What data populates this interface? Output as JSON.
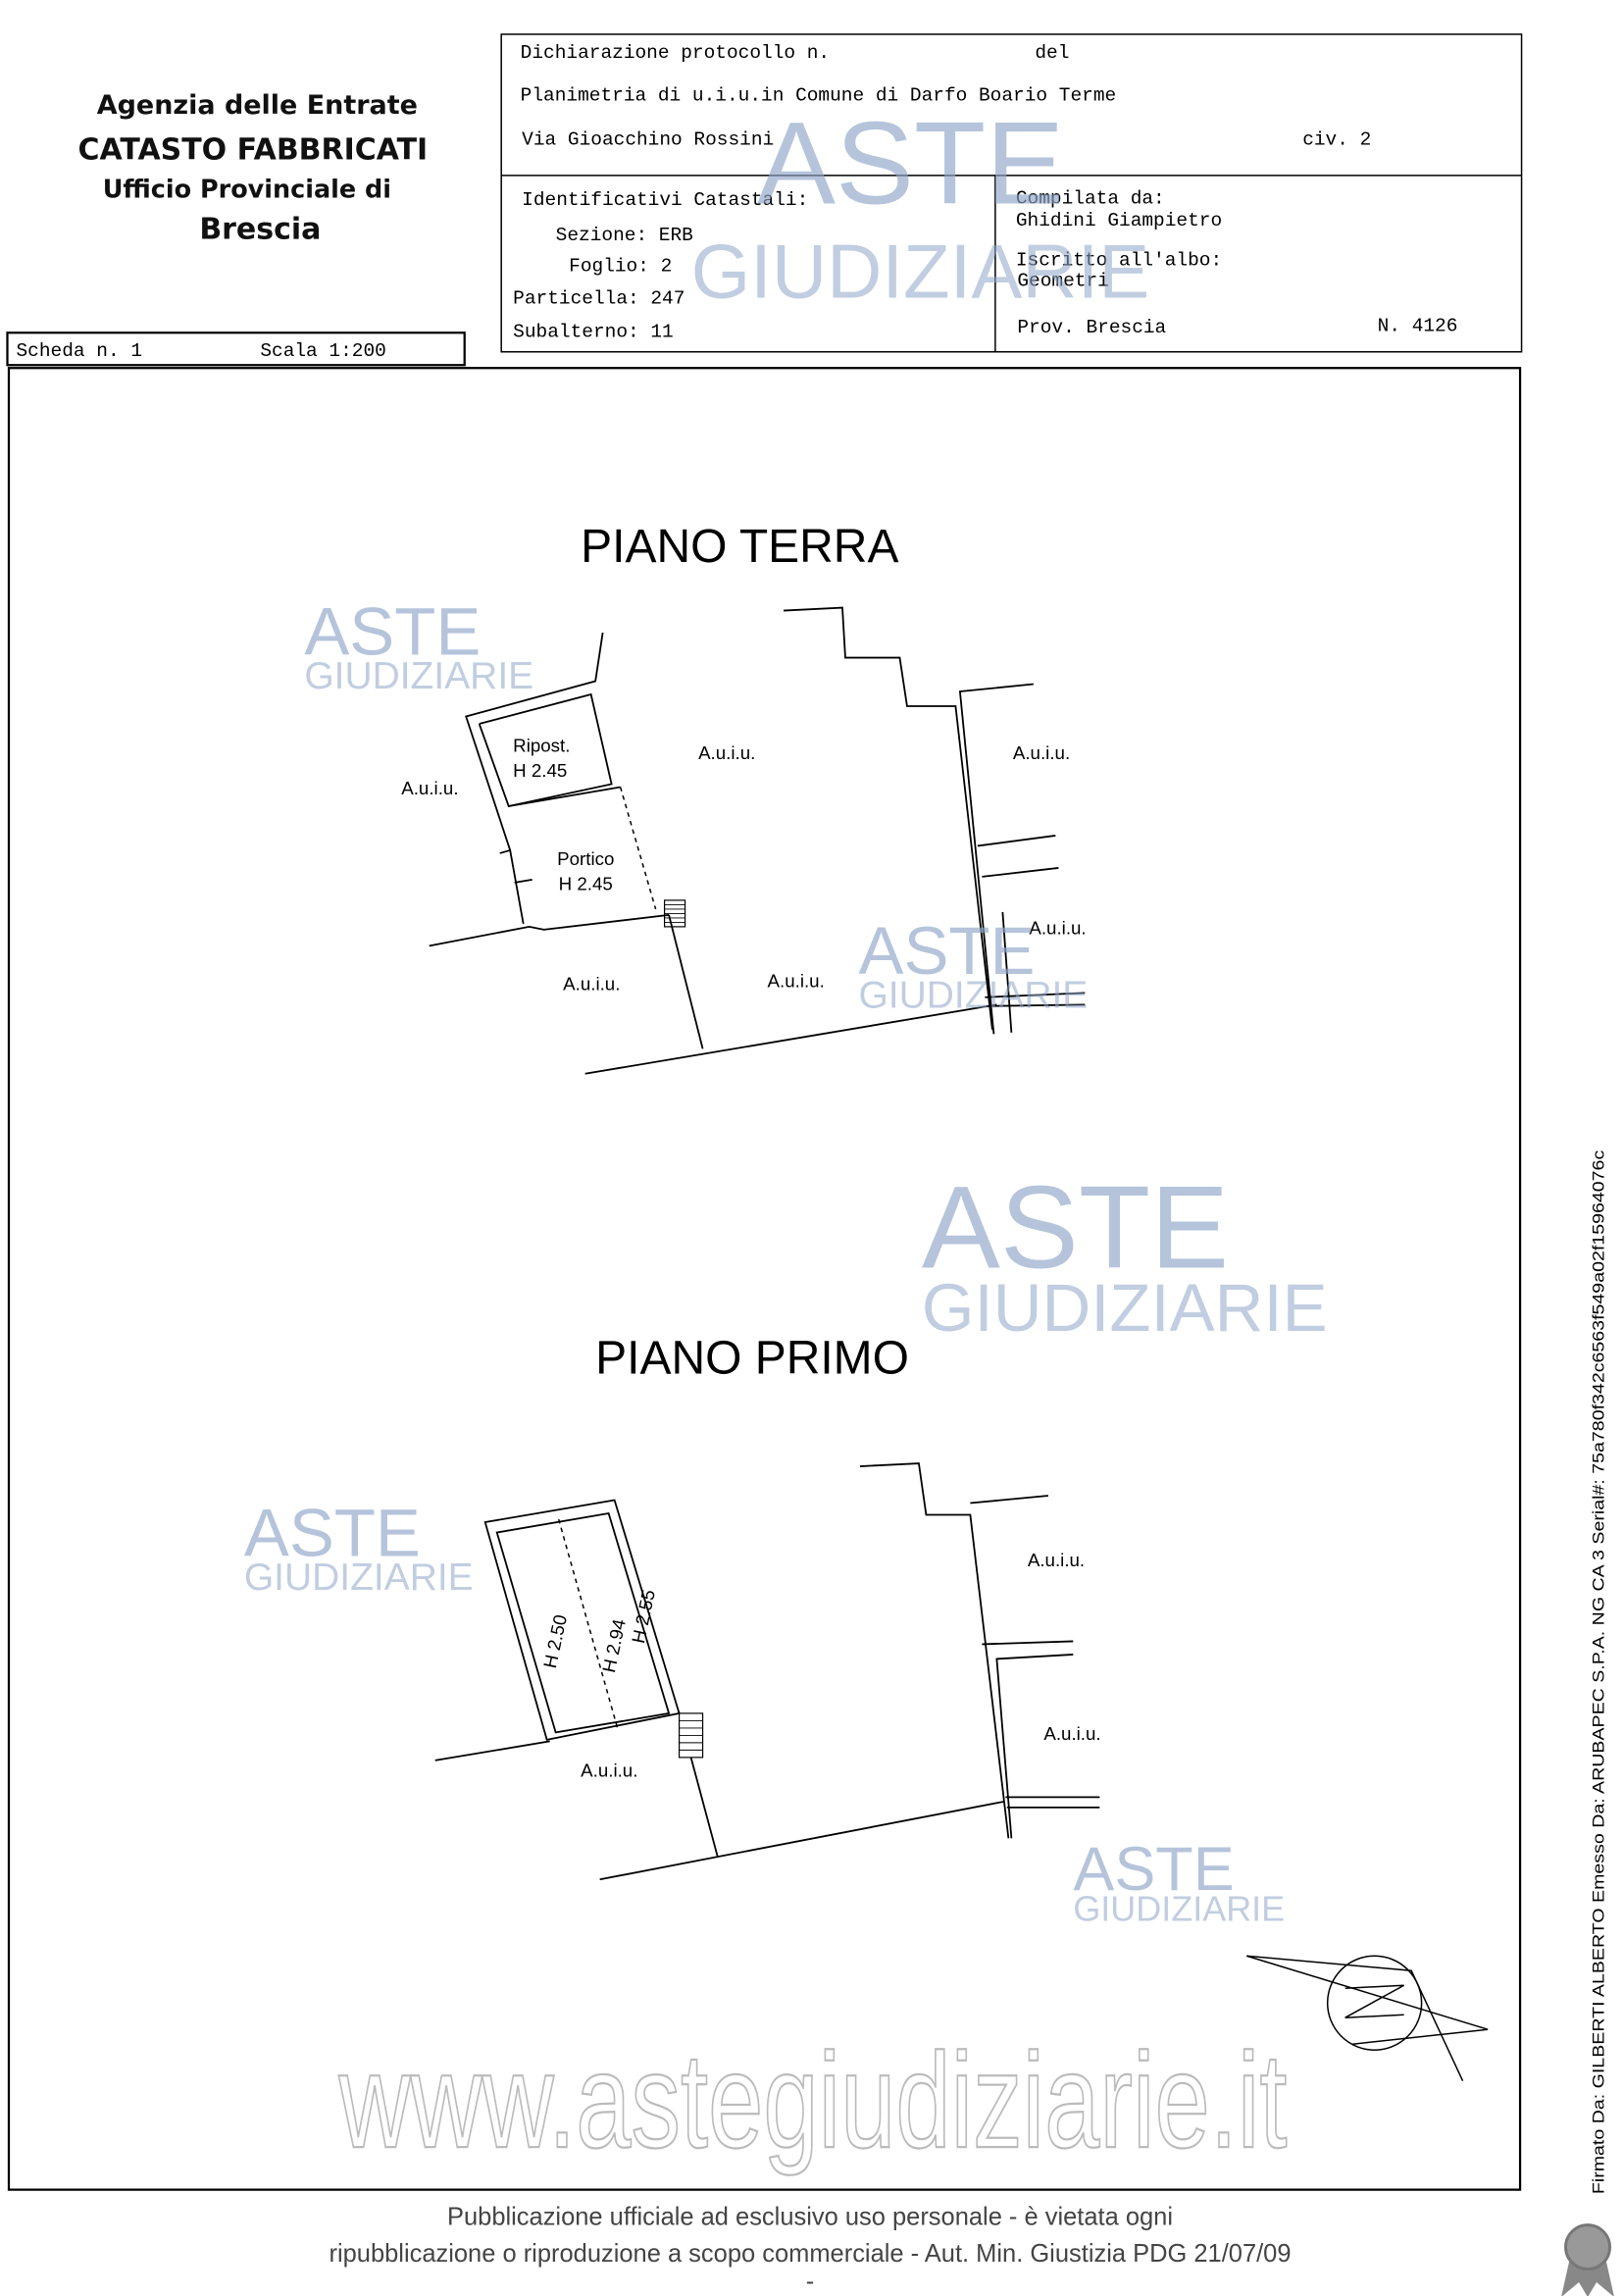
{
  "agency": {
    "line1": "Agenzia delle Entrate",
    "line2": "CATASTO FABBRICATI",
    "line3": "Ufficio Provinciale di",
    "line4": "Brescia"
  },
  "scheda": {
    "label": "Scheda n. 1",
    "scale": "Scala 1:200"
  },
  "header": {
    "protocol": "Dichiarazione protocollo n.",
    "del": "del",
    "planimetria": "Planimetria di u.i.u.in Comune di Darfo Boario Terme",
    "address": "Via Gioacchino Rossini",
    "civ": "civ. 2"
  },
  "identificativi": {
    "title": "Identificativi Catastali:",
    "sezione": "Sezione: ERB",
    "foglio": "Foglio: 2",
    "particella": "Particella: 247",
    "subalterno": "Subalterno: 11"
  },
  "compilata": {
    "title": "Compilata da:",
    "name": "Ghidini Giampietro",
    "albo_label": "Iscritto all'albo:",
    "albo": "Geometri",
    "prov": "Prov. Brescia",
    "numero": "N. 4126"
  },
  "piano_terra": {
    "title": "PIANO TERRA",
    "ripost": "Ripost.",
    "ripost_h": "H 2.45",
    "portico": "Portico",
    "portico_h": "H 2.45",
    "auiu": "A.u.i.u."
  },
  "piano_primo": {
    "title": "PIANO PRIMO",
    "h1": "H 2.50",
    "h2": "H 2.94",
    "h3": "H 2.55",
    "auiu": "A.u.i.u."
  },
  "watermark": {
    "aste": "ASTE",
    "giudiziarie": "GIUDIZIARIE",
    "url": "www.astegiudiziarie.it"
  },
  "signature": "Firmato Da: GILBERTI ALBERTO Emesso Da: ARUBAPEC S.P.A. NG CA 3 Serial#: 75a780f342c6563f549a02f15964076c",
  "footer": {
    "line1": "Pubblicazione ufficiale ad esclusivo uso personale - è vietata ogni",
    "line2": "ripubblicazione o riproduzione a scopo commerciale - Aut. Min. Giustizia PDG 21/07/09",
    "dash": "-"
  }
}
